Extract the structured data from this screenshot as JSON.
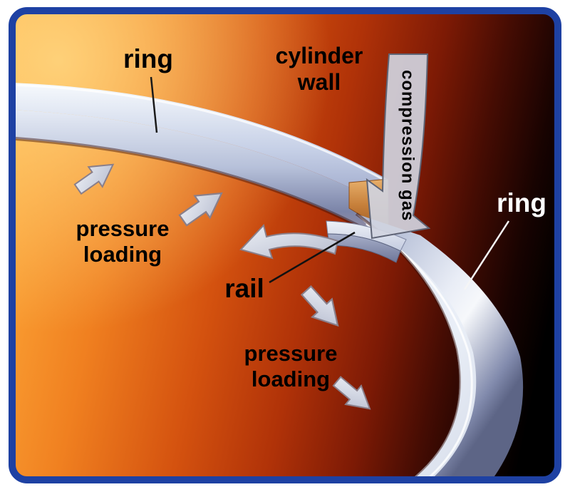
{
  "labels": {
    "ring_top": "ring",
    "cylinder_wall": [
      "cylinder",
      "wall"
    ],
    "compression_gas": "compression gas",
    "ring_right": "ring",
    "pressure_loading_upper": [
      "pressure",
      "loading"
    ],
    "rail": "rail",
    "pressure_loading_lower": [
      "pressure",
      "loading"
    ]
  },
  "icons": {
    "pressure_arrow_upper_left_1": "block arrow pointing up-right",
    "pressure_arrow_upper_left_2": "block arrow pointing up-right",
    "curved_pressure_arrow": "curved arrow pointing left",
    "pressure_arrow_lower_1": "block arrow pointing down-right",
    "pressure_arrow_lower_2": "block arrow pointing down-right",
    "compression_gas_arrow": "large arrow pointing down-left into ring gap"
  },
  "colors": {
    "frame_border": "#1e41a3",
    "background_orange": "#f08020",
    "background_red": "#b03208",
    "background_black": "#000000",
    "ring_metal_light": "#e9edf6",
    "ring_metal_dark": "#7b84a8",
    "ring_end_tan": "#c67f3a",
    "label_black": "#000000",
    "label_white": "#ffffff"
  }
}
